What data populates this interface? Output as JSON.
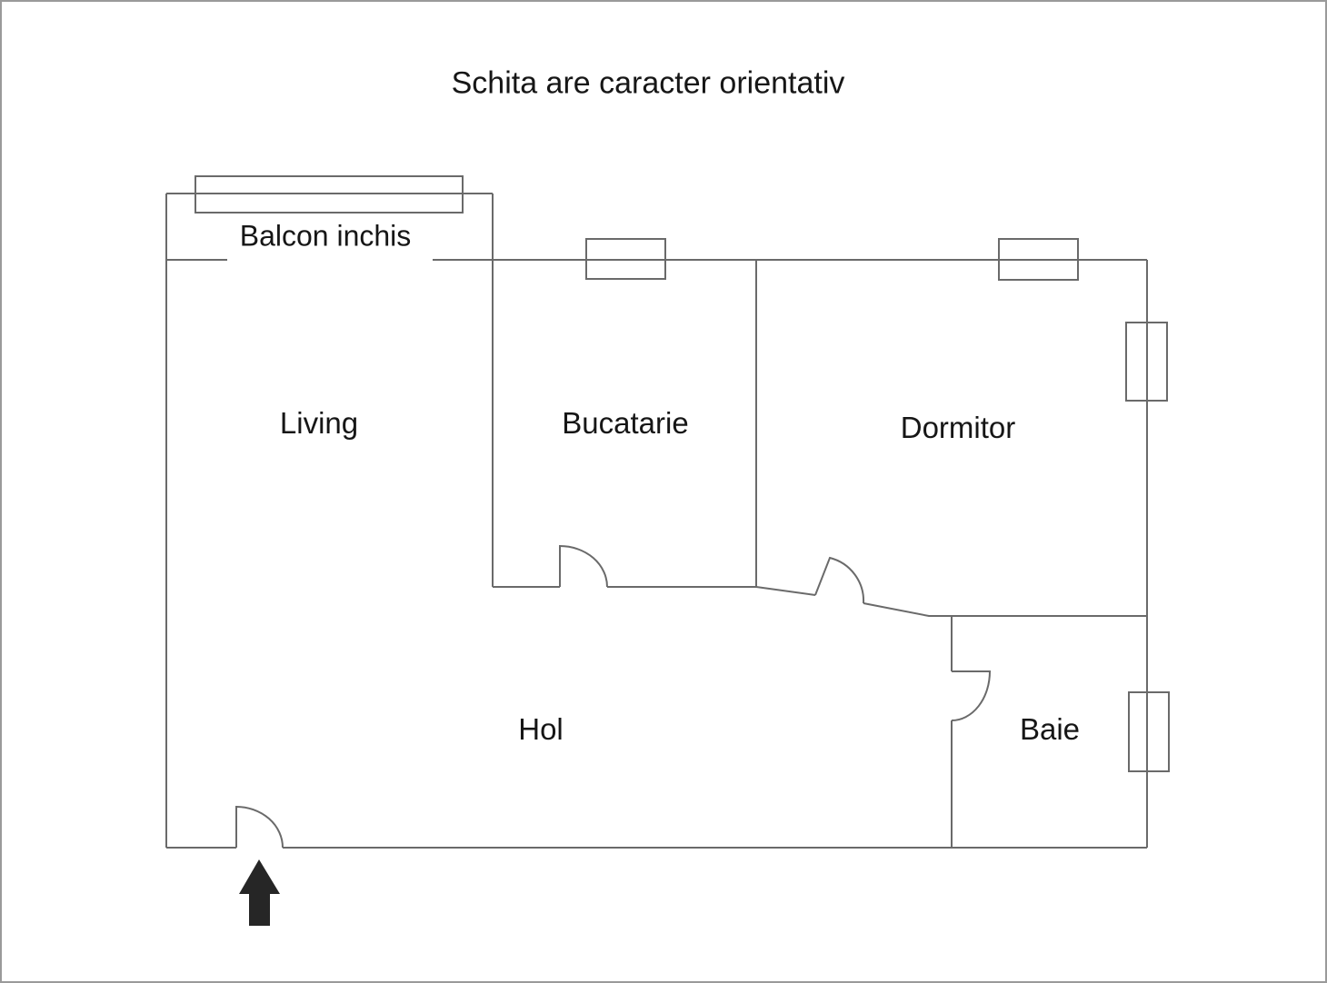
{
  "title": "Schita are caracter orientativ",
  "rooms": [
    {
      "name": "balcony",
      "label": "Balcon inchis"
    },
    {
      "name": "living",
      "label": "Living"
    },
    {
      "name": "kitchen",
      "label": "Bucatarie"
    },
    {
      "name": "bedroom",
      "label": "Dormitor"
    },
    {
      "name": "hall",
      "label": "Hol"
    },
    {
      "name": "bathroom",
      "label": "Baie"
    }
  ],
  "colors": {
    "background": "#ffffff",
    "wall": "#6a6a6a",
    "text": "#161616",
    "arrow": "#262626",
    "page_border": "#9a9a9a"
  },
  "symbols": {
    "windows_count": 5,
    "doors_count": 4,
    "entrance_arrow": "arrow pointing up into entrance door"
  }
}
